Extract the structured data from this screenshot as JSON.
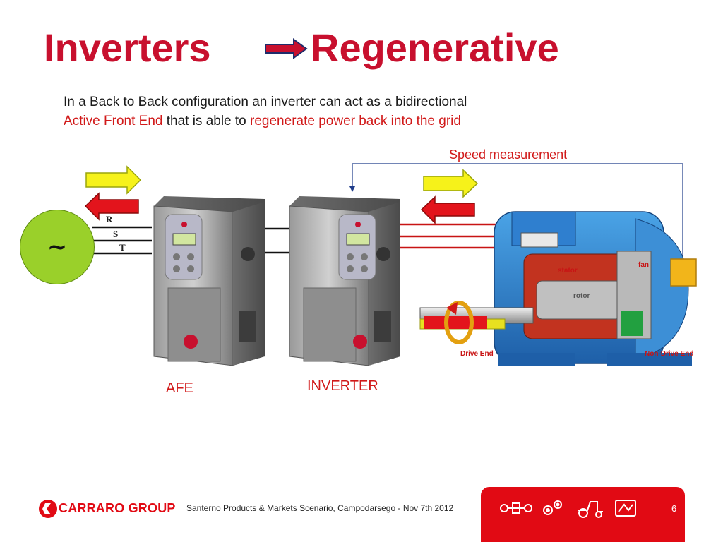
{
  "slide": {
    "title_left": "Inverters",
    "title_right": "Regenerative",
    "intro_line1": "In a Back to Back configuration an inverter can act as a bidirectional",
    "intro_highlight1": "Active Front End",
    "intro_mid": " that is able to ",
    "intro_highlight2": "regenerate power back into the grid",
    "accent_color": "#c8102e"
  },
  "diagram": {
    "source_symbol": "~",
    "phases": [
      "R",
      "S",
      "T"
    ],
    "speed_label": "Speed measurement",
    "afe_label": "AFE",
    "inverter_label": "INVERTER",
    "motor_parts": {
      "stator": "stator",
      "rotor": "rotor",
      "fan": "fan",
      "drive_end": "Drive End",
      "non_drive_end": "Non-Drive End"
    }
  },
  "footer": {
    "logo_text": "CARRARO GROUP",
    "caption": "Santerno Products & Markets Scenario, Campodarsego - Nov 7th 2012",
    "page_number": "6",
    "icons": [
      "axle-icon",
      "gears-icon",
      "tractor-icon",
      "circuit-icon"
    ]
  }
}
